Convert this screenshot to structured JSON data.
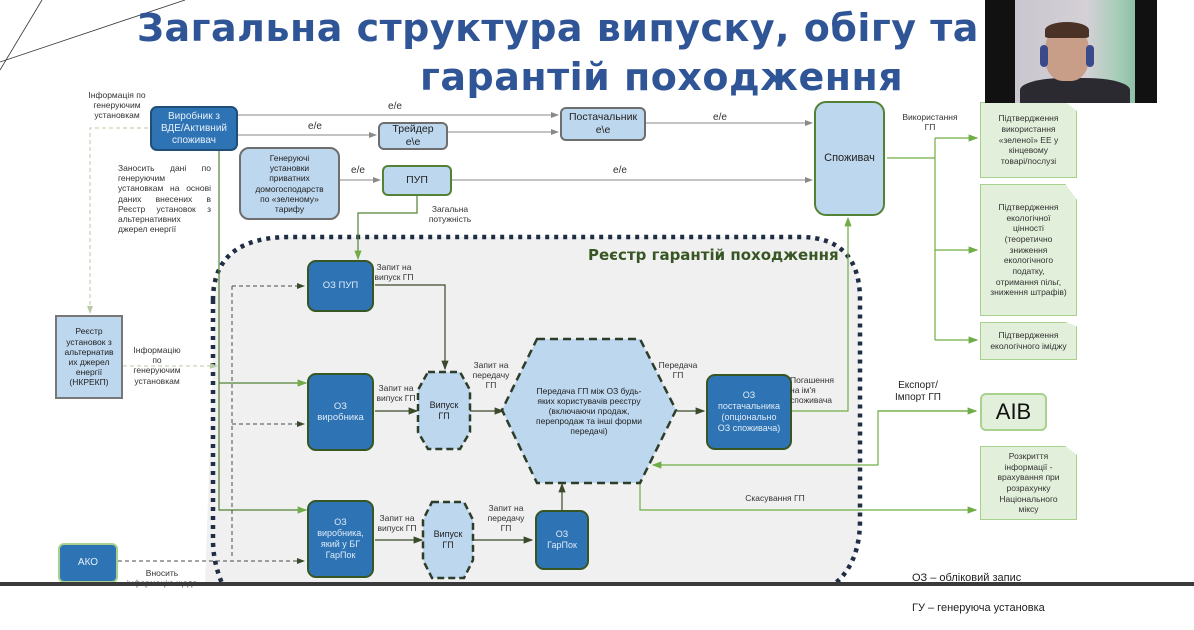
{
  "title": {
    "line1": "Загальна структура випуску, обігу та пог",
    "line2": "гарантій походження"
  },
  "colors": {
    "title": "#2f5597",
    "dark_box": "#2e74b5",
    "light_box": "#bdd7ee",
    "green_border": "#548235",
    "note_fill": "#e2efda",
    "registry_title": "#375623",
    "registry_border": "#1f2d45"
  },
  "nodes": {
    "producer": "Виробник з\nВДЕ/Активний\nспоживач",
    "trader": "Трейдер\ne\\e",
    "supplier": "Постачальник\ne\\e",
    "households": "Генеруючі\nустановки\nприватних\nдомогосподарств\nпо «зеленому»\nтарифу",
    "pup": "ПУП",
    "consumer": "Споживач",
    "registry_res": "Реєстр\nустановок з\nальтернатив\nих джерел\nенергії\n(НКРЕКП)",
    "ako": "АКО",
    "oz_pup": "ОЗ ПУП",
    "oz_producer": "ОЗ\nвиробника",
    "oz_producer_bg": "ОЗ\nвиробника,\nякий у БГ\nГарПок",
    "issue_1": "Випуск\nГП",
    "issue_2": "Випуск\nГП",
    "transfer_hex": "Передача ГП між ОЗ будь-\nяких користувачів реєстру\n(включаючи продаж,\nперепродаж та інші форми\nпередачі)",
    "oz_supplier": "ОЗ\nпостачальника\n(опціонально\nОЗ споживача)",
    "oz_garpok": "ОЗ\nГарПок",
    "aib": "AIB"
  },
  "notes": {
    "green_use": "Підтвердження\nвикористання\n«зеленої» ЕЕ у\nкінцевому\nтоварі/послузі",
    "eco_value": "Підтвердження\nекологічної\nцінності\n(теоретично\nзниження\nекологічного\nподатку,\nотримання пільг,\nзниження штрафів)",
    "eco_image": "Підтвердження\nекологічного іміджу",
    "disclosure": "Розкриття\nінформації -\nврахування при\nрозрахунку\nНаціонального\nміксу"
  },
  "labels": {
    "info_gen": "Інформація по\nгенеруючим\nустановкам",
    "enters_data": "Заносить дані по генеруючим установкам на основі даних внесених в Реєстр установок з альтернативних джерел енергії",
    "ee_1": "e/e",
    "ee_2": "e/e",
    "ee_3": "e/e",
    "ee_4": "e/e",
    "ee_5": "e/e",
    "total_capacity": "Загальна\nпотужність",
    "usage_gp": "Використання\nГП",
    "info_gen_2": "Інформацію\nпо\nгенеруючим\nустановкам",
    "req_issue_1": "Запит на\nвипуск ГП",
    "req_issue_2": "Запит на\nвипуск ГП",
    "req_issue_3": "Запит на\nвипуск ГП",
    "req_transfer_1": "Запит на\nпередачу\nГП",
    "req_transfer_2": "Запит на\nпередачу\nГП",
    "transfer_gp": "Передача\nГП",
    "redemption": "Погашення\nна ім'я\nспоживача",
    "export_import": "Експорт/\nІмпорт ГП",
    "cancel_gp": "Скасування ГП",
    "ako_enters": "Вносить\nінформацію щодо"
  },
  "registry_title": "Реєстр гарантій походження",
  "legend": {
    "line1": "ОЗ – обліковий запис",
    "line2": "ГУ – генеруюча установка"
  }
}
